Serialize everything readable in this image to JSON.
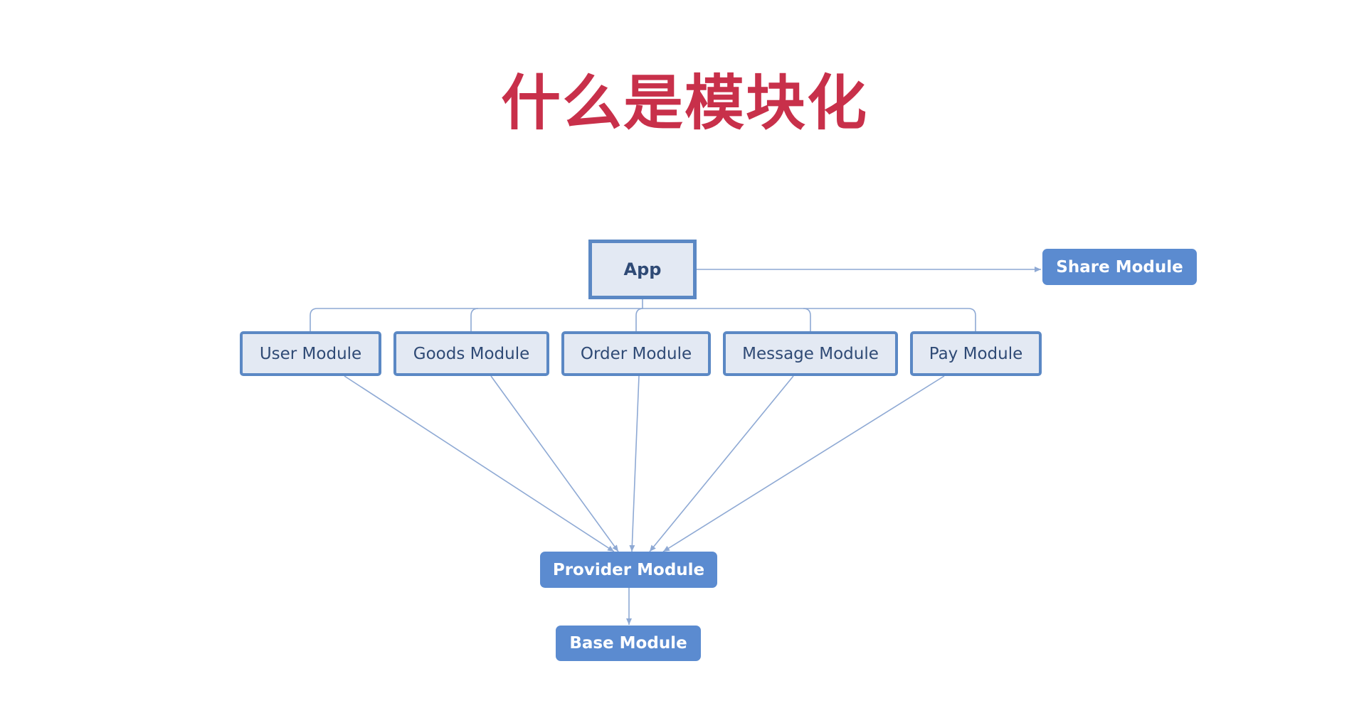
{
  "title": "什么是模块化",
  "colors": {
    "title": "#c8304a",
    "node_fill_light": "#e3e9f3",
    "node_border": "#5b88c4",
    "node_fill_dark": "#5b8bd0",
    "node_text_dark": "#2f4a75",
    "edge": "#8ea9d4"
  },
  "nodes": {
    "app": "App",
    "share": "Share Module",
    "user": "User Module",
    "goods": "Goods Module",
    "order": "Order Module",
    "message": "Message Module",
    "pay": "Pay Module",
    "provider": "Provider Module",
    "base": "Base Module"
  },
  "edges": [
    {
      "from": "app",
      "to": "share"
    },
    {
      "from": "app",
      "to": "user"
    },
    {
      "from": "app",
      "to": "goods"
    },
    {
      "from": "app",
      "to": "order"
    },
    {
      "from": "app",
      "to": "message"
    },
    {
      "from": "app",
      "to": "pay"
    },
    {
      "from": "user",
      "to": "provider"
    },
    {
      "from": "goods",
      "to": "provider"
    },
    {
      "from": "order",
      "to": "provider"
    },
    {
      "from": "message",
      "to": "provider"
    },
    {
      "from": "pay",
      "to": "provider"
    },
    {
      "from": "provider",
      "to": "base"
    }
  ]
}
